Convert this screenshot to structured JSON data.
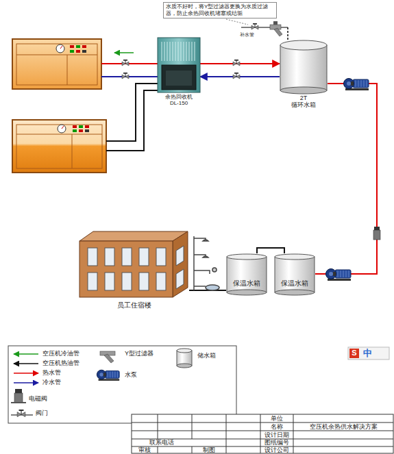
{
  "diagram": {
    "nodes": [
      {
        "text": [
          "余热回收机",
          "DL-150"
        ]
      },
      {
        "text": [
          "2T",
          "循环水箱"
        ]
      },
      {
        "text": [
          "员工住宿楼"
        ]
      },
      {
        "text": [
          "保温水箱"
        ]
      },
      {
        "text": [
          "保温水箱"
        ]
      }
    ],
    "edges": [
      {
        "from": 0,
        "to": 1,
        "arrow": "to"
      },
      {
        "from": 1,
        "to": 0,
        "arrow": "to"
      },
      {
        "from": 1,
        "to": 4,
        "arrow": "none"
      },
      {
        "from": 4,
        "to": 3,
        "arrow": "none"
      },
      {
        "from": 3,
        "to": 2,
        "arrow": "none"
      }
    ],
    "labels": [
      "水质不好时，将Y型过滤器更换为水质过滤器，防止余热回收机堵塞或结垢",
      "补水管",
      "S",
      "中",
      "单位",
      "名称",
      "空压机余热供水解决方案",
      "设计日期",
      "联系电话",
      "图纸编号",
      "审核",
      "制图",
      "设计公司"
    ],
    "legend": [
      {
        "text": "空压机冷油管"
      },
      {
        "text": "空压机热油管"
      },
      {
        "text": "热水管"
      },
      {
        "text": "冷水管"
      },
      {
        "text": "Y型过滤器"
      },
      {
        "text": "水泵"
      },
      {
        "text": "储水箱"
      },
      {
        "text": "电磁阀"
      },
      {
        "text": "阀门"
      }
    ]
  }
}
